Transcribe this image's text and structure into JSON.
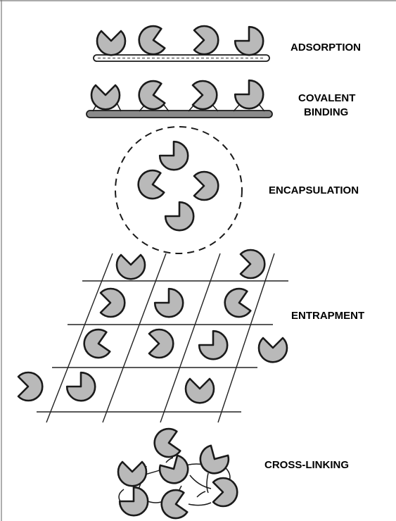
{
  "labels": {
    "adsorption": "ADSORPTION",
    "covalent_line1": "COVALENT",
    "covalent_line2": "BINDING",
    "encapsulation": "ENCAPSULATION",
    "entrapment": "ENTRAPMENT",
    "cross_linking": "CROSS-LINKING"
  },
  "colors": {
    "enzyme_fill": "#b9b9b9",
    "outline": "#1a1a1a",
    "support_dark": "#777777"
  },
  "icons": {
    "enzyme": "enzyme-pacman-icon"
  }
}
